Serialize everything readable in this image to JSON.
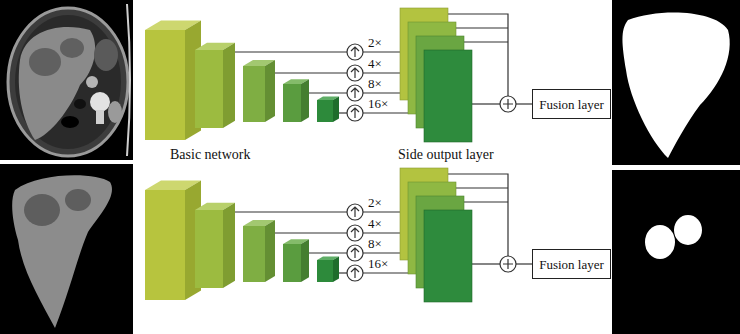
{
  "diagram": {
    "nodes": [
      {
        "text": [
          "Fusion layer"
        ]
      },
      {
        "text": [
          "Fusion layer"
        ]
      }
    ],
    "labels": [
      "2×",
      "4×",
      "8×",
      "16×",
      "Basic network",
      "Side output layer",
      "2×",
      "4×",
      "8×",
      "16×"
    ]
  }
}
